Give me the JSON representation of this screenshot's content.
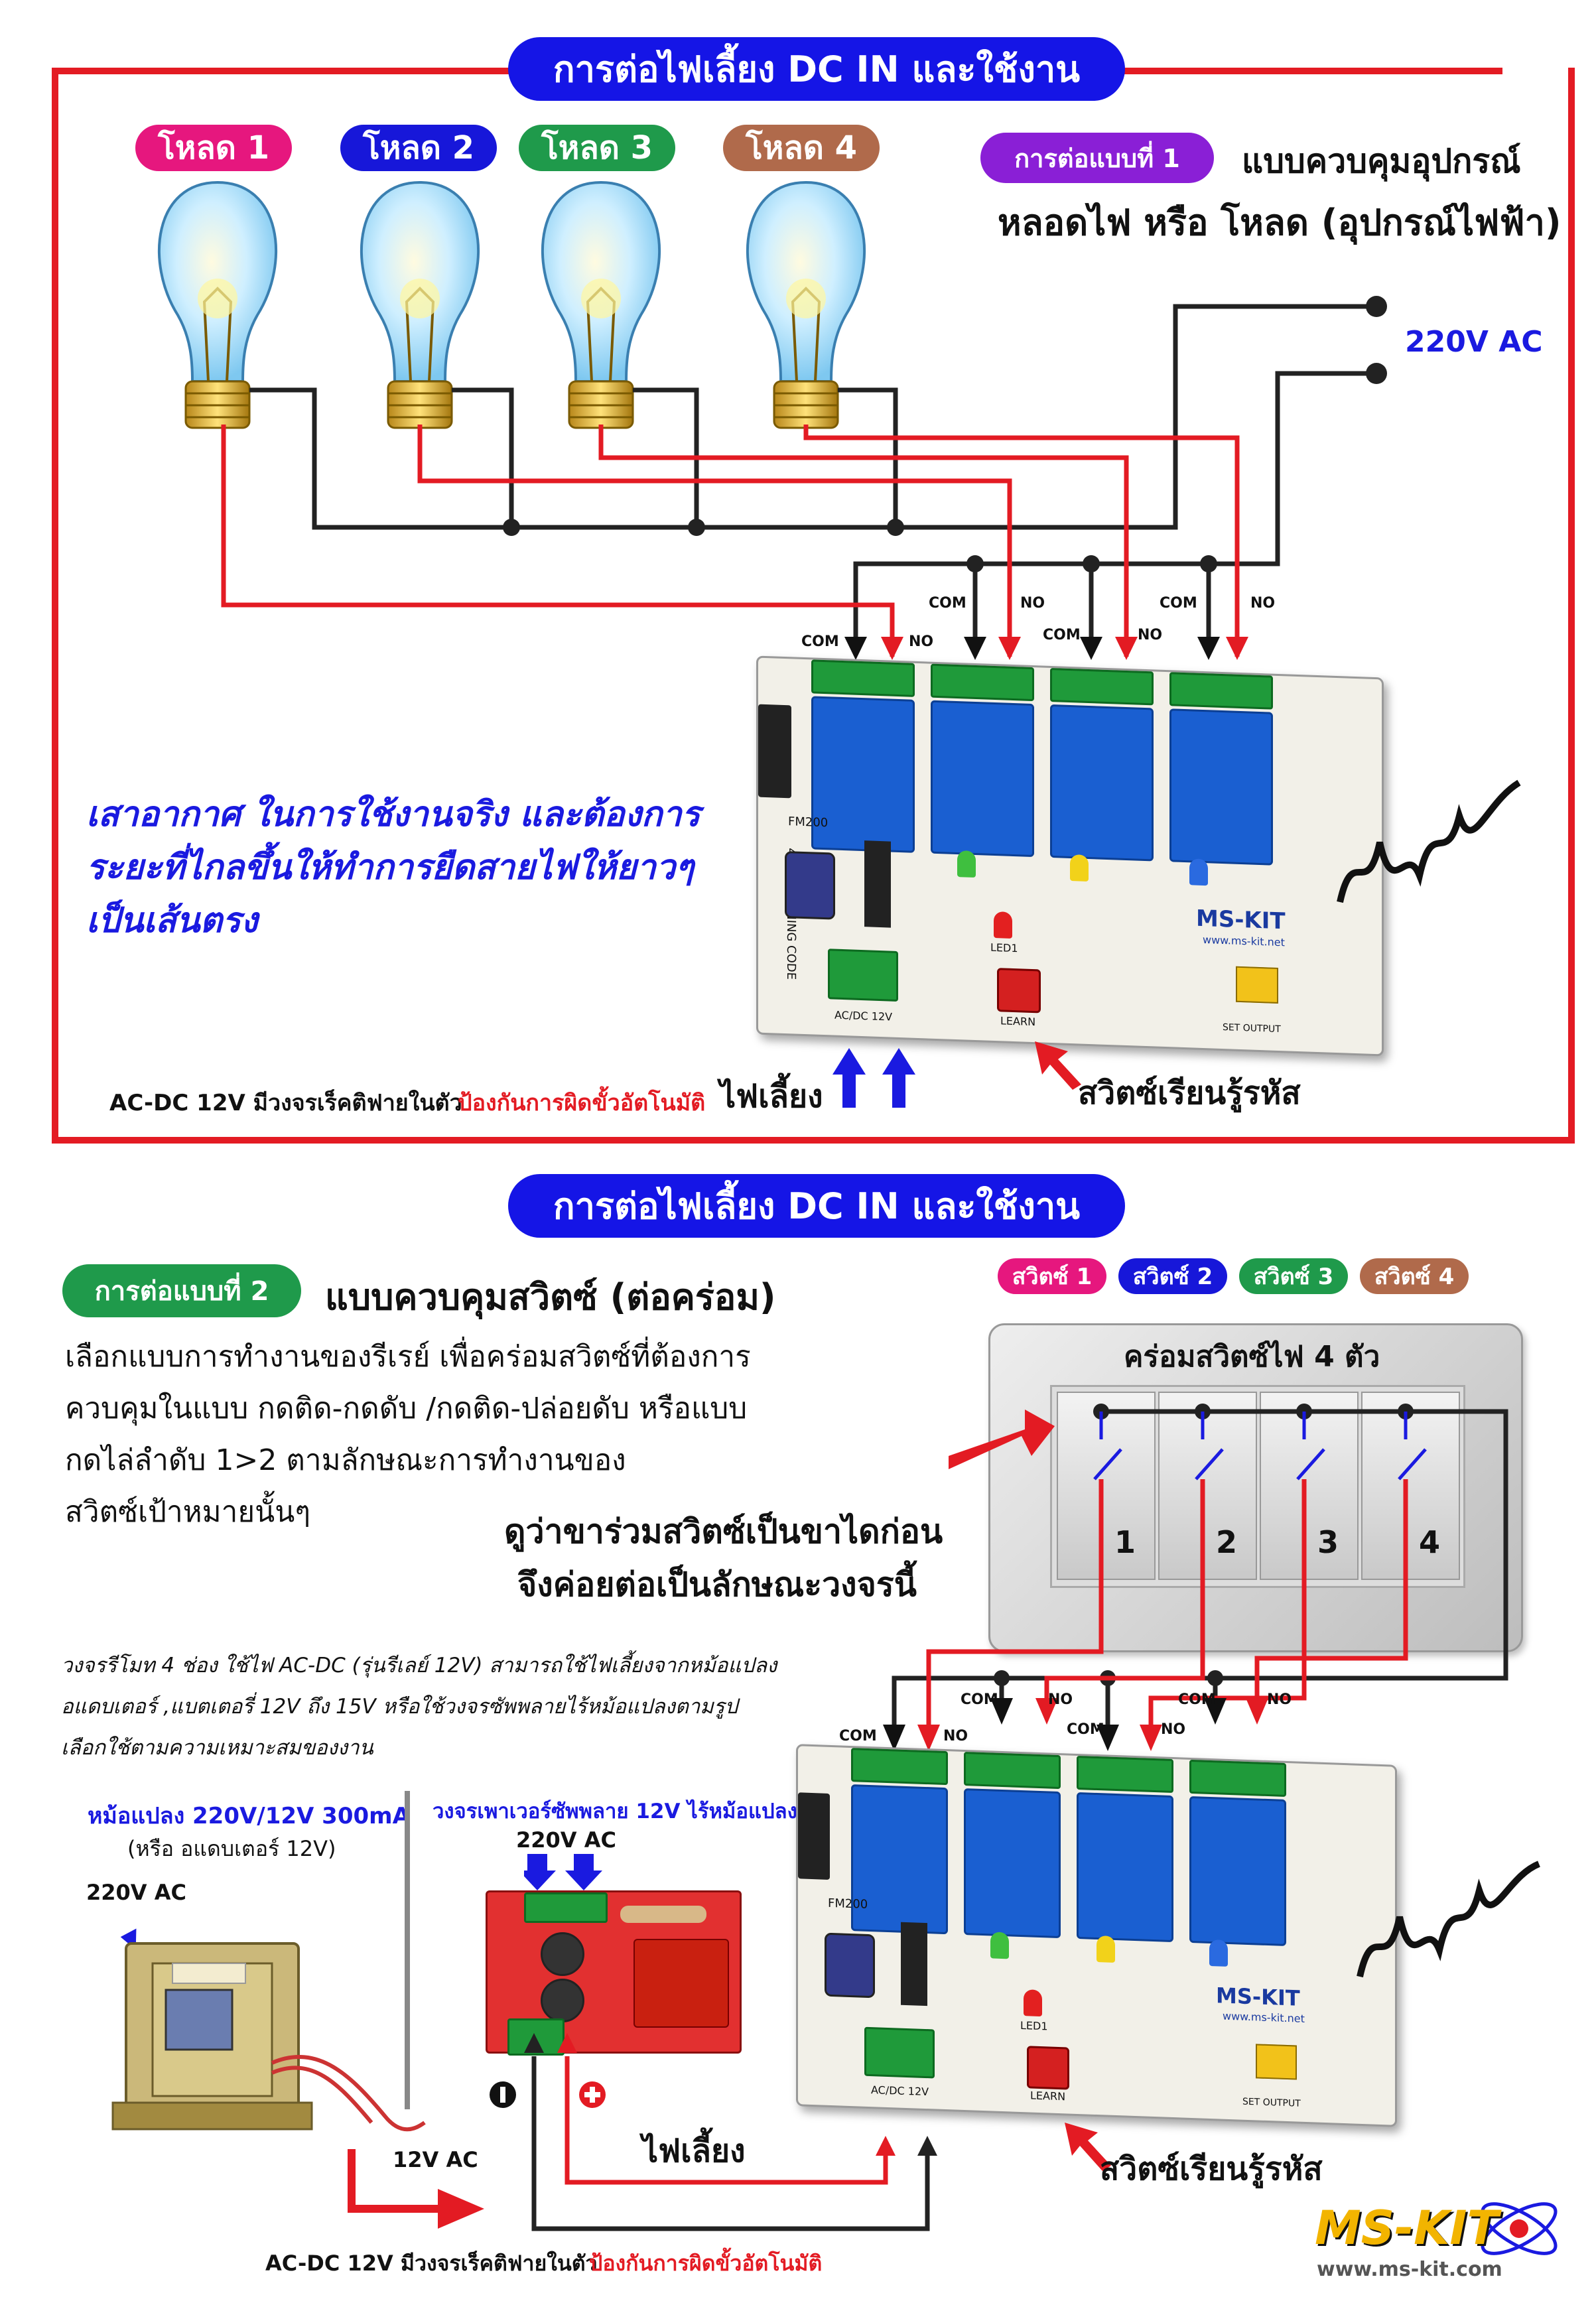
{
  "section1": {
    "title": "การต่อไฟเลี้ยง DC IN และใช้งาน",
    "loads": [
      {
        "label": "โหลด 1",
        "color": "#e6177e"
      },
      {
        "label": "โหลด 2",
        "color": "#1717d9"
      },
      {
        "label": "โหลด 3",
        "color": "#1f9a4b"
      },
      {
        "label": "โหลด 4",
        "color": "#b06a4b"
      }
    ],
    "mode_badge": "การต่อแบบที่ 1",
    "mode_title": "แบบควบคุมอุปกรณ์",
    "mode_subtitle": "หลอดไฟ หรือ โหลด (อุปกรณ์ไฟฟ้า)",
    "ac_label": "220V AC",
    "terminal_labels": {
      "com": "COM",
      "no": "NO"
    },
    "antenna_note": [
      "เสาอากาศ ในการใช้งานจริง และต้องการ",
      "ระยะที่ไกลขึ้นให้ทำการยืดสายไฟให้ยาวๆ",
      "เป็นเส้นตรง"
    ],
    "footer_black": "AC-DC 12V มีวงจรเร็คติฟายในตัว",
    "footer_red": "ป้องกันการผิดขั้วอัตโนมัติ",
    "power_label": "ไฟเลี้ยง",
    "learn_label": "สวิตซ์เรียนรู้รหัส"
  },
  "section2": {
    "title": "การต่อไฟเลี้ยง DC IN และใช้งาน",
    "mode_badge": "การต่อแบบที่ 2",
    "mode_title": "แบบควบคุมสวิตซ์ (ต่อคร่อม)",
    "description": [
      "เลือกแบบการทำงานของรีเรย์ เพื่อคร่อมสวิตซ์ที่ต้องการ",
      "ควบคุมในแบบ กดติด-กดดับ /กดติด-ปล่อยดับ หรือแบบ",
      "กดไล่ลำดับ 1>2  ตามลักษณะการทำงานของ",
      "สวิตซ์เป้าหมายนั้นๆ"
    ],
    "switch_pills": [
      {
        "label": "สวิตซ์ 1",
        "color": "#e6177e"
      },
      {
        "label": "สวิตซ์ 2",
        "color": "#1717d9"
      },
      {
        "label": "สวิตซ์ 3",
        "color": "#1f9a4b"
      },
      {
        "label": "สวิตซ์ 4",
        "color": "#b06a4b"
      }
    ],
    "switch_panel_title": "คร่อมสวิตซ์ไฟ 4 ตัว",
    "switch_numbers": [
      "1",
      "2",
      "3",
      "4"
    ],
    "warning": [
      "ดูว่าขาร่วมสวิตซ์เป็นขาไดก่อน",
      "จึงค่อยต่อเป็นลักษณะวงจรนี้"
    ],
    "italic_note": [
      "วงจรรีโมท 4 ช่อง ใช้ไฟ AC-DC (รุ่นรีเลย์ 12V) สามารถใช้ไฟเลี้ยงจากหม้อแปลง",
      "อแดบเตอร์ ,แบตเตอรี่ 12V ถึง 15V หรือใช้วงจรซัพพลายไร้หม้อแปลงตามรูป",
      "เลือกใช้ตามความเหมาะสมของงาน"
    ],
    "transformer_title": "หม้อแปลง 220V/12V  300mA",
    "transformer_sub": "(หรือ อแดบเตอร์ 12V)",
    "transformer_in": "220V AC",
    "transformer_out": "12V AC",
    "supply_title": "วงจรเพาเวอร์ซัพพลาย 12V ไร้หม้อแปลง",
    "supply_in": "220V AC",
    "power_label": "ไฟเลี้ยง",
    "learn_label": "สวิตซ์เรียนรู้รหัส",
    "terminal_labels": {
      "com": "COM",
      "no": "NO"
    },
    "footer_black": "AC-DC 12V มีวงจรเร็คติฟายในตัว",
    "footer_red": "ป้องกันการผิดขั้วอัตโนมัติ",
    "logo": "MS-KIT",
    "website": "www.ms-kit.com"
  },
  "board_text": {
    "model": "FM200",
    "subtitle": "4 CH.LEARNING CODE",
    "brand": "MS-KIT",
    "brand_url": "www.ms-kit.net",
    "led": "LED1",
    "learn": "LEARN",
    "power_in": "AC/DC 12V",
    "set_output": "SET OUTPUT"
  },
  "colors": {
    "frame": "#e31b23",
    "title_blue": "#1515e6",
    "wire_red": "#e31b23",
    "wire_black": "#222222",
    "arrow_blue": "#1a1ae0"
  }
}
